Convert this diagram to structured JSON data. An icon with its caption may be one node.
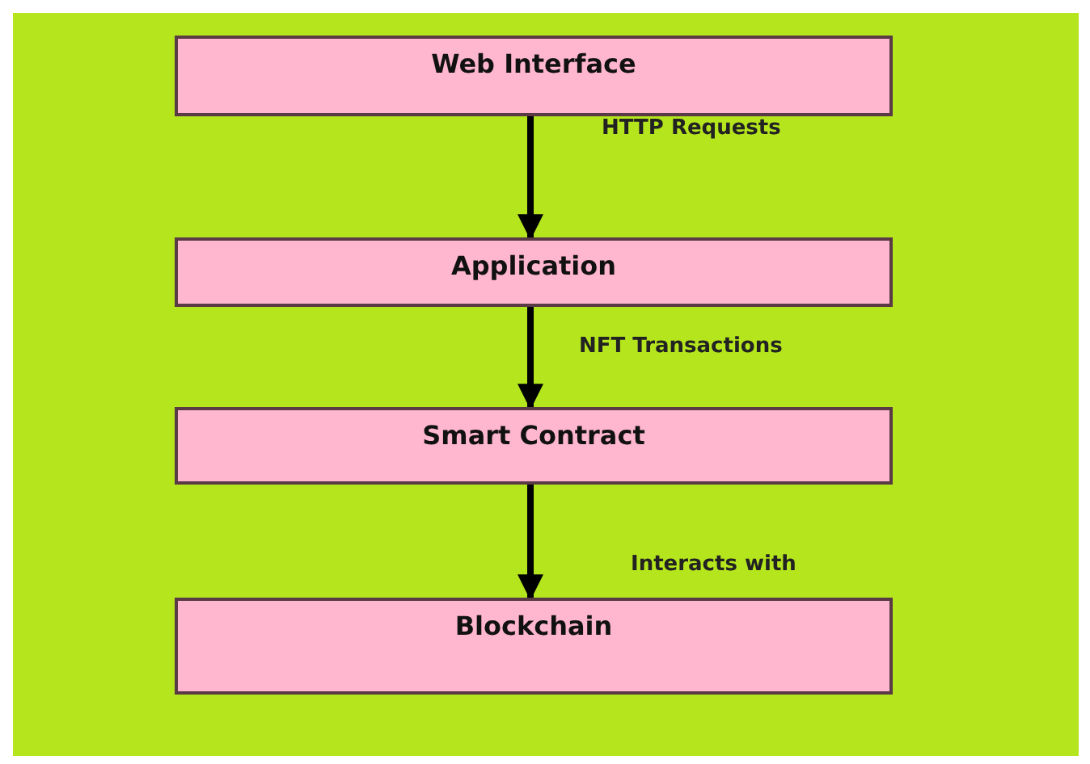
{
  "diagram": {
    "nodes": [
      {
        "text": [
          "Web Interface"
        ]
      },
      {
        "text": [
          "Application"
        ]
      },
      {
        "text": [
          "Smart Contract"
        ]
      },
      {
        "text": [
          "Blockchain"
        ]
      }
    ],
    "edges": [
      {
        "from": 0,
        "to": 1,
        "arrow": "to",
        "label": "HTTP Requests"
      },
      {
        "from": 1,
        "to": 2,
        "arrow": "to",
        "label": "NFT Transactions"
      },
      {
        "from": 2,
        "to": 3,
        "arrow": "to",
        "label": "Interacts with"
      }
    ]
  }
}
